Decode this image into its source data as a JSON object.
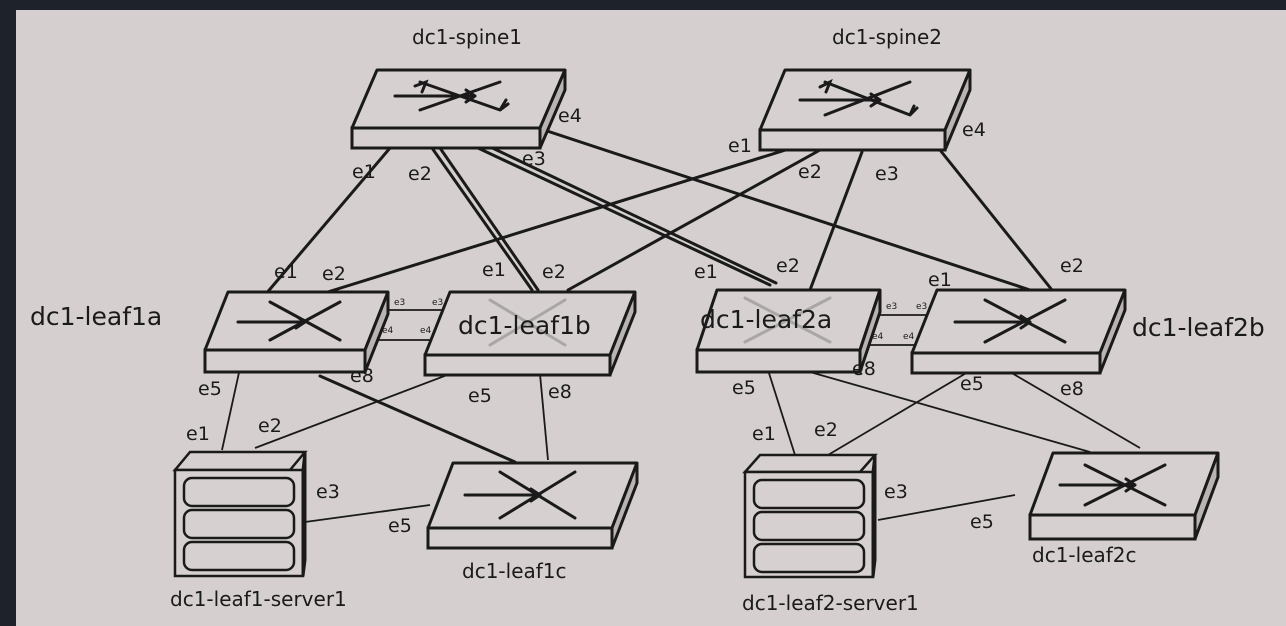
{
  "nodes": {
    "spine1": "dc1-spine1",
    "spine2": "dc1-spine2",
    "leaf1a": "dc1-leaf1a",
    "leaf1b": "dc1-leaf1b",
    "leaf2a": "dc1-leaf2a",
    "leaf2b": "dc1-leaf2b",
    "leaf1c": "dc1-leaf1c",
    "leaf2c": "dc1-leaf2c",
    "server1": "dc1-leaf1-server1",
    "server2": "dc1-leaf2-server1"
  },
  "ports": {
    "spine1_e1": "e1",
    "spine1_e2": "e2",
    "spine1_e3": "e3",
    "spine1_e4": "e4",
    "spine2_e1": "e1",
    "spine2_e2": "e2",
    "spine2_e3": "e3",
    "spine2_e4": "e4",
    "leaf1a_e1": "e1",
    "leaf1a_e2": "e2",
    "leaf1a_e3": "e3",
    "leaf1a_e4": "e4",
    "leaf1a_e5": "e5",
    "leaf1a_e8": "e8",
    "leaf1b_e1": "e1",
    "leaf1b_e2": "e2",
    "leaf1b_e3": "e3",
    "leaf1b_e4": "e4",
    "leaf1b_e5": "e5",
    "leaf1b_e8": "e8",
    "leaf2a_e1": "e1",
    "leaf2a_e2": "e2",
    "leaf2a_e3": "e3",
    "leaf2a_e4": "e4",
    "leaf2a_e5": "e5",
    "leaf2a_e8": "e8",
    "leaf2b_e1": "e1",
    "leaf2b_e2": "e2",
    "leaf2b_e3": "e3",
    "leaf2b_e4": "e4",
    "leaf2b_e5": "e5",
    "leaf2b_e8": "e8",
    "server1_e1": "e1",
    "server1_e2": "e2",
    "server1_e3": "e3",
    "server2_e1": "e1",
    "server2_e2": "e2",
    "server2_e3": "e3",
    "leaf1c_e5": "e5",
    "leaf2c_e5": "e5"
  }
}
